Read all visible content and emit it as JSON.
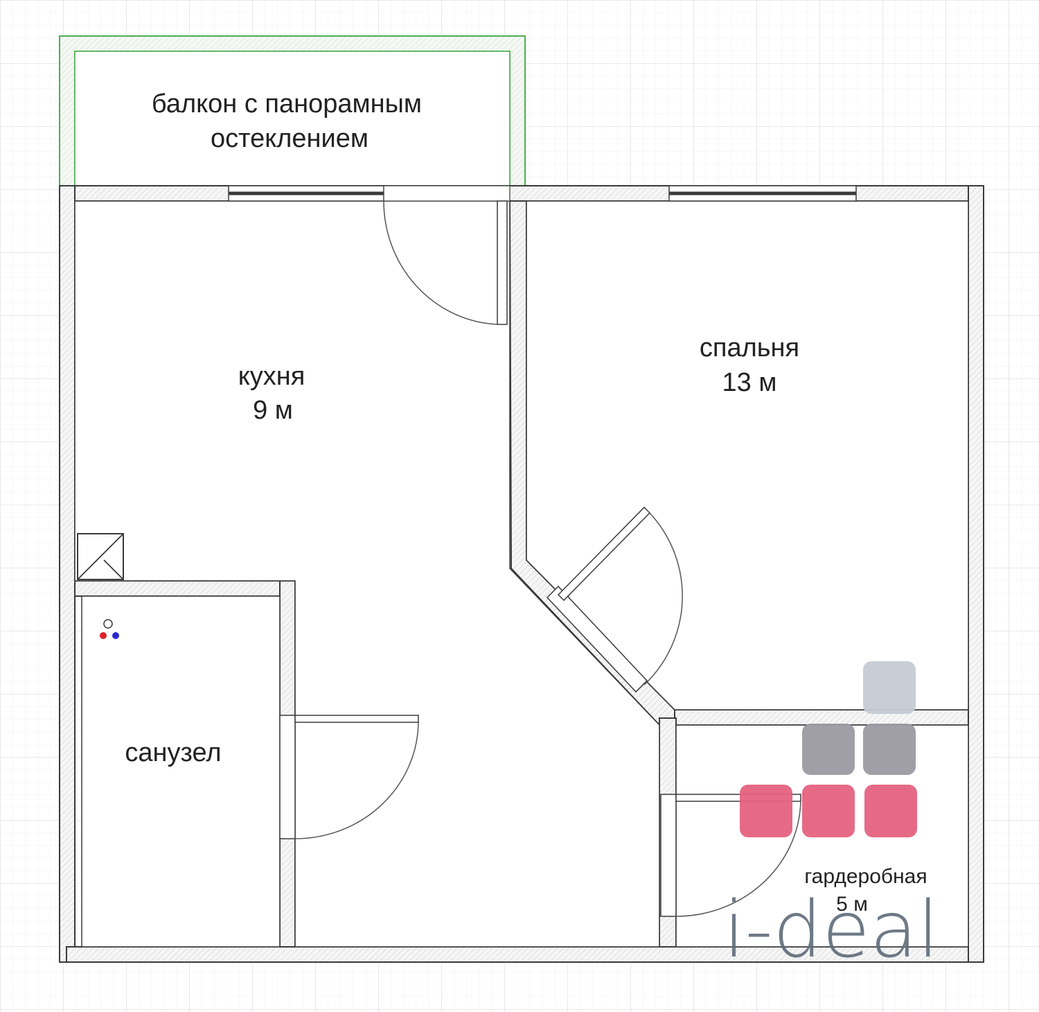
{
  "colors": {
    "grid_minor": "#eef0f2",
    "grid_major": "#dfe2e6",
    "wall_fill": "#f4f4f4",
    "wall_stroke": "#3a3a3a",
    "balcony_stroke": "#4caf50",
    "logo_text": "#5f6b7a",
    "logo_light": "#c4cbd4",
    "logo_grey": "#9b9aa3",
    "logo_pink": "#e5627f",
    "hot_water": "#e0202a",
    "cold_water": "#2a2ad0"
  },
  "rooms": {
    "balcony": {
      "line1": "балкон с панорамным",
      "line2": "остеклением"
    },
    "kitchen": {
      "name": "кухня",
      "area": "9 м"
    },
    "bedroom": {
      "name": "спальня",
      "area": "13 м"
    },
    "bathroom": {
      "name": "санузел"
    },
    "wardrobe": {
      "name": "гардеробная",
      "area": "5 м"
    }
  },
  "logo": {
    "text": "i-deal"
  }
}
